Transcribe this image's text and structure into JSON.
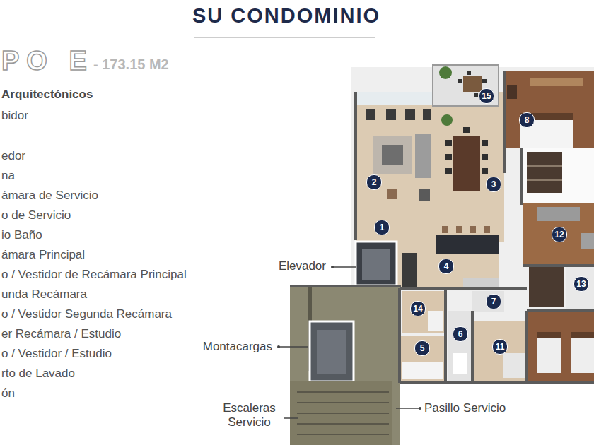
{
  "diagram": {
    "title": "SU CONDOMINIO",
    "labels": [
      "PO E",
      "- 173.15 M2",
      "Arquitectónicos",
      "bidor",
      "edor",
      "na",
      "ámara de Servicio",
      "o de Servicio",
      "io Baño",
      "ámara Principal",
      "o / Vestidor de Recámara Principal",
      "unda Recámara",
      "o / Vestidor Segunda Recámara",
      "er Recámara / Estudio",
      "o / Vestidor / Estudio",
      "rto de Lavado",
      "ón",
      "Elevador",
      "Montacargas",
      "Escaleras Servicio",
      "Pasillo Servicio",
      "1",
      "2",
      "3",
      "4",
      "5",
      "6",
      "7",
      "8",
      "11",
      "12",
      "13",
      "14",
      "15"
    ]
  }
}
